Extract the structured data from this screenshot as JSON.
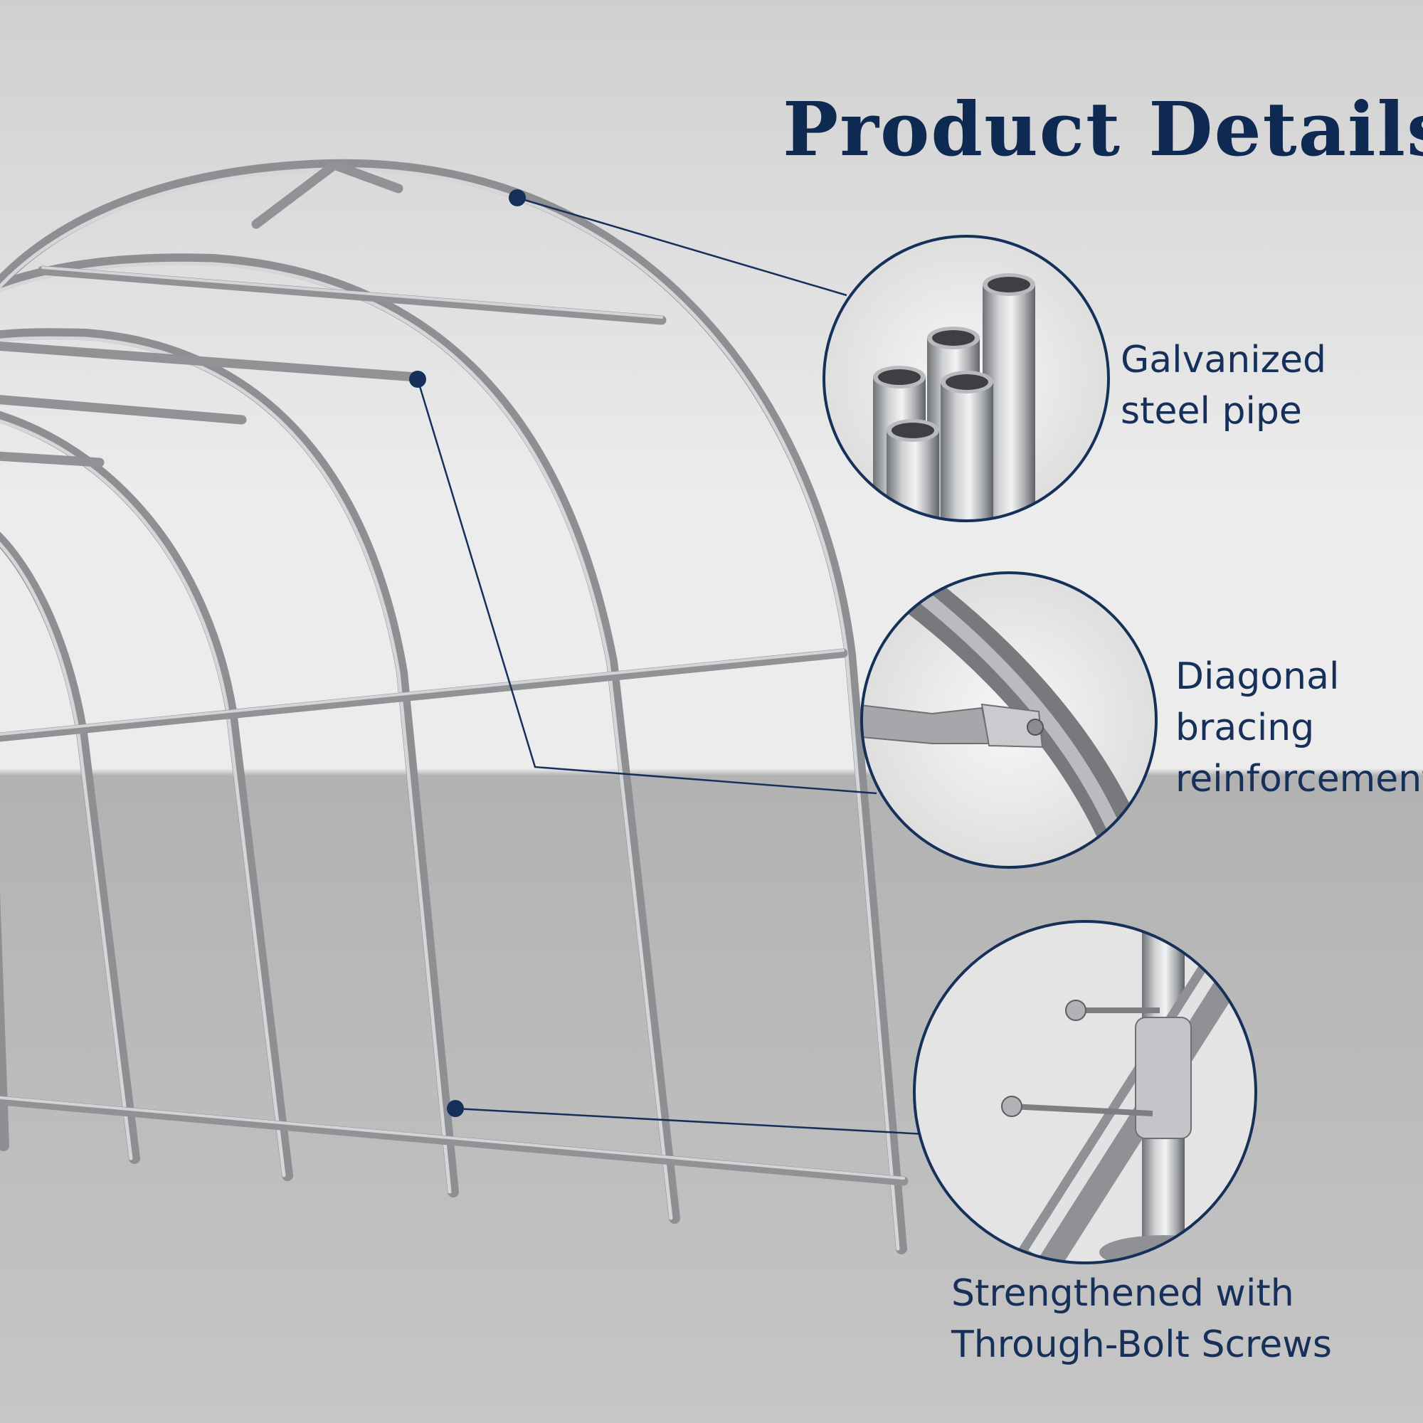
{
  "title": "Product Details",
  "colors": {
    "accent": "#0f2a52",
    "caption": "#16305a",
    "pipe": "#9c9ea2",
    "background_top": "#eeeeee",
    "background_floor": "#b0b0b0"
  },
  "callouts": [
    {
      "id": "galvanized-steel-pipe",
      "lines": [
        "Galvanized",
        "steel pipe"
      ]
    },
    {
      "id": "diagonal-bracing",
      "lines": [
        "Diagonal",
        "bracing",
        "reinforcement"
      ]
    },
    {
      "id": "through-bolt-screws",
      "lines": [
        "Strengthened with",
        "Through-Bolt Screws"
      ]
    }
  ]
}
